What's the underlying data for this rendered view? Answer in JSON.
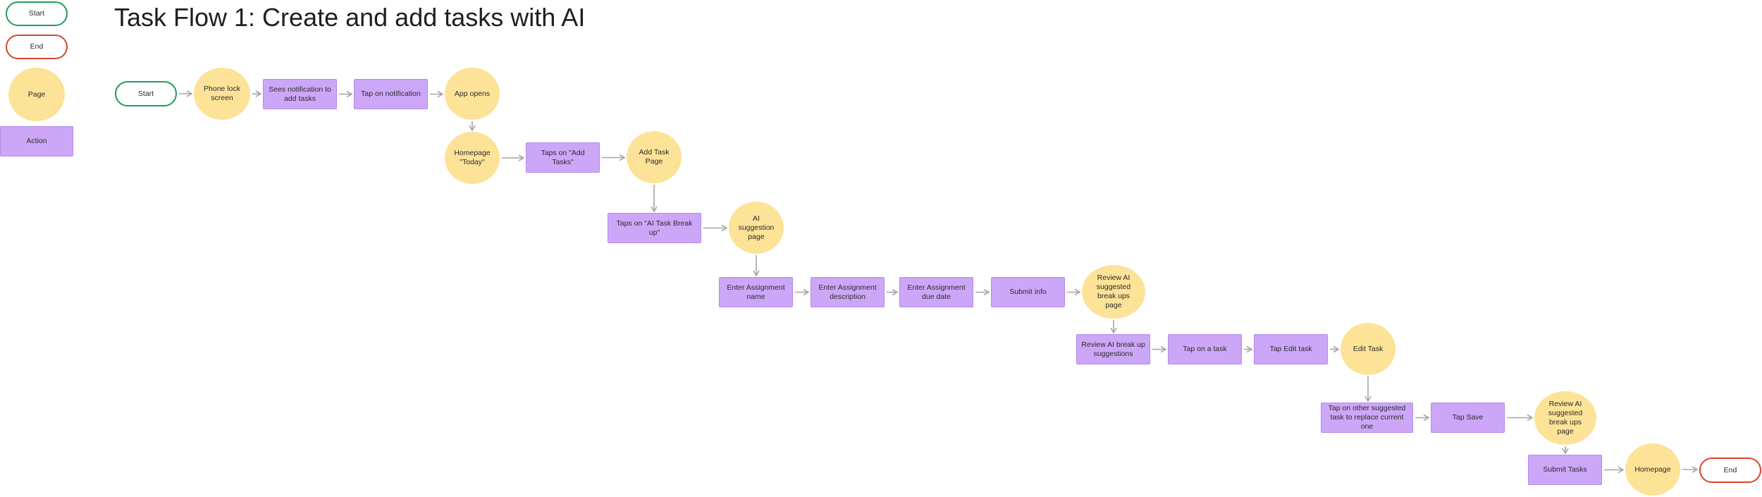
{
  "title": "Task Flow 1: Create and add tasks with AI",
  "colors": {
    "page_fill": "#fde398",
    "action_fill": "#cda7f7",
    "start_border": "#1f9d57",
    "end_border": "#d9442b",
    "arrow": "#a6a6a6"
  },
  "legend": [
    {
      "id": "legend-start",
      "type": "start",
      "label": "Start"
    },
    {
      "id": "legend-end",
      "type": "end",
      "label": "End"
    },
    {
      "id": "legend-page",
      "type": "page",
      "label": "Page"
    },
    {
      "id": "legend-action",
      "type": "action",
      "label": "Action"
    }
  ],
  "nodes": [
    {
      "id": "n1",
      "type": "start",
      "label": "Start"
    },
    {
      "id": "n2",
      "type": "page",
      "label": "Phone lock\nscreen"
    },
    {
      "id": "n3",
      "type": "action",
      "label": "Sees notification to\nadd tasks"
    },
    {
      "id": "n4",
      "type": "action",
      "label": "Tap on notification"
    },
    {
      "id": "n5",
      "type": "page",
      "label": "App opens"
    },
    {
      "id": "n6",
      "type": "page",
      "label": "Homepage\n\"Today\""
    },
    {
      "id": "n7",
      "type": "action",
      "label": "Taps  on \"Add Tasks\""
    },
    {
      "id": "n8",
      "type": "page",
      "label": "Add Task\nPage"
    },
    {
      "id": "n9",
      "type": "action",
      "label": "Taps on \"AI Task Break up\""
    },
    {
      "id": "n10",
      "type": "page",
      "label": "AI\nsuggestion\npage"
    },
    {
      "id": "n11",
      "type": "action",
      "label": "Enter Assignment\nname"
    },
    {
      "id": "n12",
      "type": "action",
      "label": "Enter Assignment\ndescription"
    },
    {
      "id": "n13",
      "type": "action",
      "label": "Enter Assignment\ndue date"
    },
    {
      "id": "n14",
      "type": "action",
      "label": "Submit info"
    },
    {
      "id": "n15",
      "type": "page",
      "label": "Review AI\nsuggested\nbreak ups\npage"
    },
    {
      "id": "n16",
      "type": "action",
      "label": "Review AI break up\nsuggestions"
    },
    {
      "id": "n17",
      "type": "action",
      "label": "Tap on a task"
    },
    {
      "id": "n18",
      "type": "action",
      "label": "Tap Edit task"
    },
    {
      "id": "n19",
      "type": "page",
      "label": "Edit Task"
    },
    {
      "id": "n20",
      "type": "action",
      "label": "Tap on other suggested\ntask to replace current one"
    },
    {
      "id": "n21",
      "type": "action",
      "label": "Tap Save"
    },
    {
      "id": "n22",
      "type": "page",
      "label": "Review AI\nsuggested\nbreak ups\npage"
    },
    {
      "id": "n23",
      "type": "action",
      "label": "Submit Tasks"
    },
    {
      "id": "n24",
      "type": "page",
      "label": "Homepage"
    },
    {
      "id": "n25",
      "type": "end",
      "label": "End"
    }
  ],
  "edges": [
    [
      "n1",
      "n2"
    ],
    [
      "n2",
      "n3"
    ],
    [
      "n3",
      "n4"
    ],
    [
      "n4",
      "n5"
    ],
    [
      "n5",
      "n6"
    ],
    [
      "n6",
      "n7"
    ],
    [
      "n7",
      "n8"
    ],
    [
      "n8",
      "n9"
    ],
    [
      "n9",
      "n10"
    ],
    [
      "n10",
      "n11"
    ],
    [
      "n11",
      "n12"
    ],
    [
      "n12",
      "n13"
    ],
    [
      "n13",
      "n14"
    ],
    [
      "n14",
      "n15"
    ],
    [
      "n15",
      "n16"
    ],
    [
      "n16",
      "n17"
    ],
    [
      "n17",
      "n18"
    ],
    [
      "n18",
      "n19"
    ],
    [
      "n19",
      "n20"
    ],
    [
      "n20",
      "n21"
    ],
    [
      "n21",
      "n22"
    ],
    [
      "n22",
      "n23"
    ],
    [
      "n23",
      "n24"
    ],
    [
      "n24",
      "n25"
    ]
  ]
}
